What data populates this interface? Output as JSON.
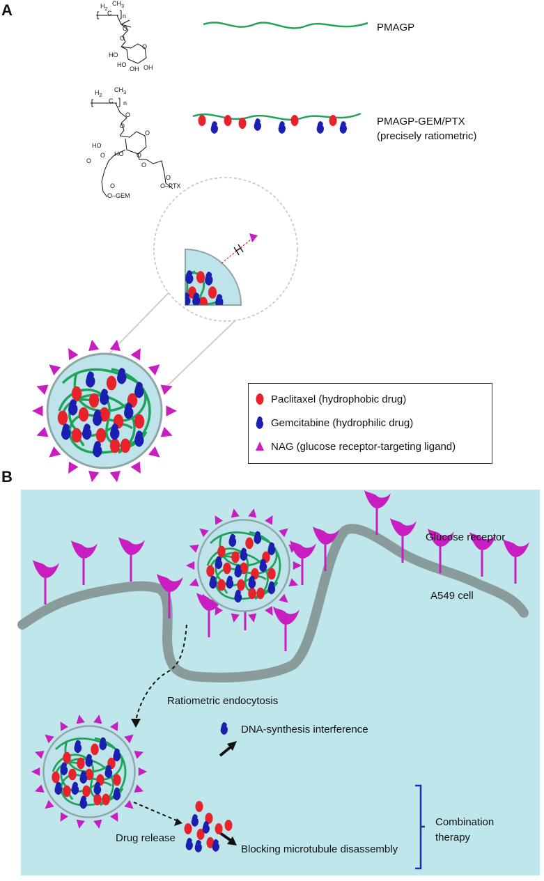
{
  "panels": {
    "a": "A",
    "b": "B"
  },
  "polymers": {
    "pmagp": "PMAGP",
    "conjugate_line1": "PMAGP-GEM/PTX",
    "conjugate_line2": "(precisely ratiometric)"
  },
  "chem_labels": {
    "h2": "H",
    "h2_sub": "2",
    "ch3": "CH",
    "ch3_sub": "3",
    "c": "C",
    "n": "n",
    "o": "O",
    "ho": "HO",
    "oh": "OH",
    "o_gem": "O–GEM",
    "o_ptx": "O–PTX"
  },
  "legend": {
    "paclitaxel": "Paclitaxel (hydrophobic drug)",
    "gemcitabine": "Gemcitabine (hydrophilic drug)",
    "nag": "NAG (glucose receptor-targeting ligand)"
  },
  "panel_b": {
    "glucose_receptor": "Glucose receptor",
    "cell": "A549 cell",
    "endocytosis": "Ratiometric endocytosis",
    "drug_release": "Drug release",
    "dna": "DNA-synthesis interference",
    "microtubule": "Blocking microtubule disassembly",
    "combo_line1": "Combination",
    "combo_line2": "therapy"
  },
  "colors": {
    "polymer": "#1fa35a",
    "paclitaxel": "#e8222a",
    "gemcitabine": "#1a1fb0",
    "nag": "#c81dc0",
    "particle_fill": "#bfe3ea",
    "membrane": "#8a9b9b",
    "panel_b_bg": "#bfe6ea",
    "bracket": "#1a2fb0"
  }
}
